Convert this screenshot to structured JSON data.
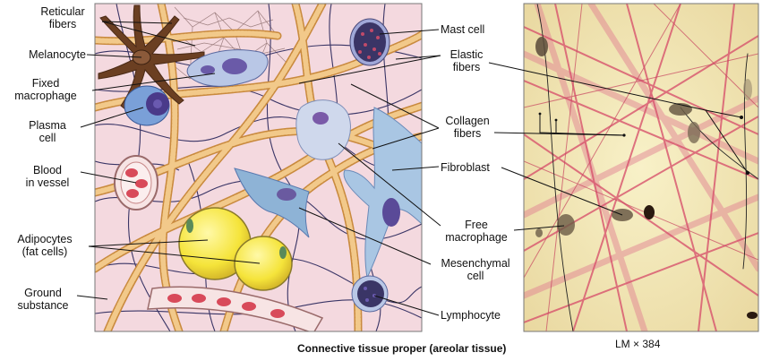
{
  "labels": {
    "reticular": "Reticular\nfibers",
    "melanocyte": "Melanocyte",
    "fixed_macrophage": "Fixed\nmacrophage",
    "plasma_cell": "Plasma\ncell",
    "blood_vessel": "Blood\nin vessel",
    "adipocytes": "Adipocytes\n(fat cells)",
    "ground_substance": "Ground\nsubstance",
    "mast_cell": "Mast cell",
    "elastic_fibers": "Elastic\nfibers",
    "collagen_fibers": "Collagen\nfibers",
    "fibroblast": "Fibroblast",
    "free_macrophage": "Free\nmacrophage",
    "mesenchymal_cell": "Mesenchymal\ncell",
    "lymphocyte": "Lymphocyte"
  },
  "captions": {
    "main": "Connective tissue proper (areolar tissue)",
    "magnification": "LM × 384"
  },
  "colors": {
    "tissue_background": "#f4d9df",
    "collagen": "#e8b878",
    "micrograph_background": "#f1e7b2",
    "micrograph_fibers": "#d8536d"
  }
}
